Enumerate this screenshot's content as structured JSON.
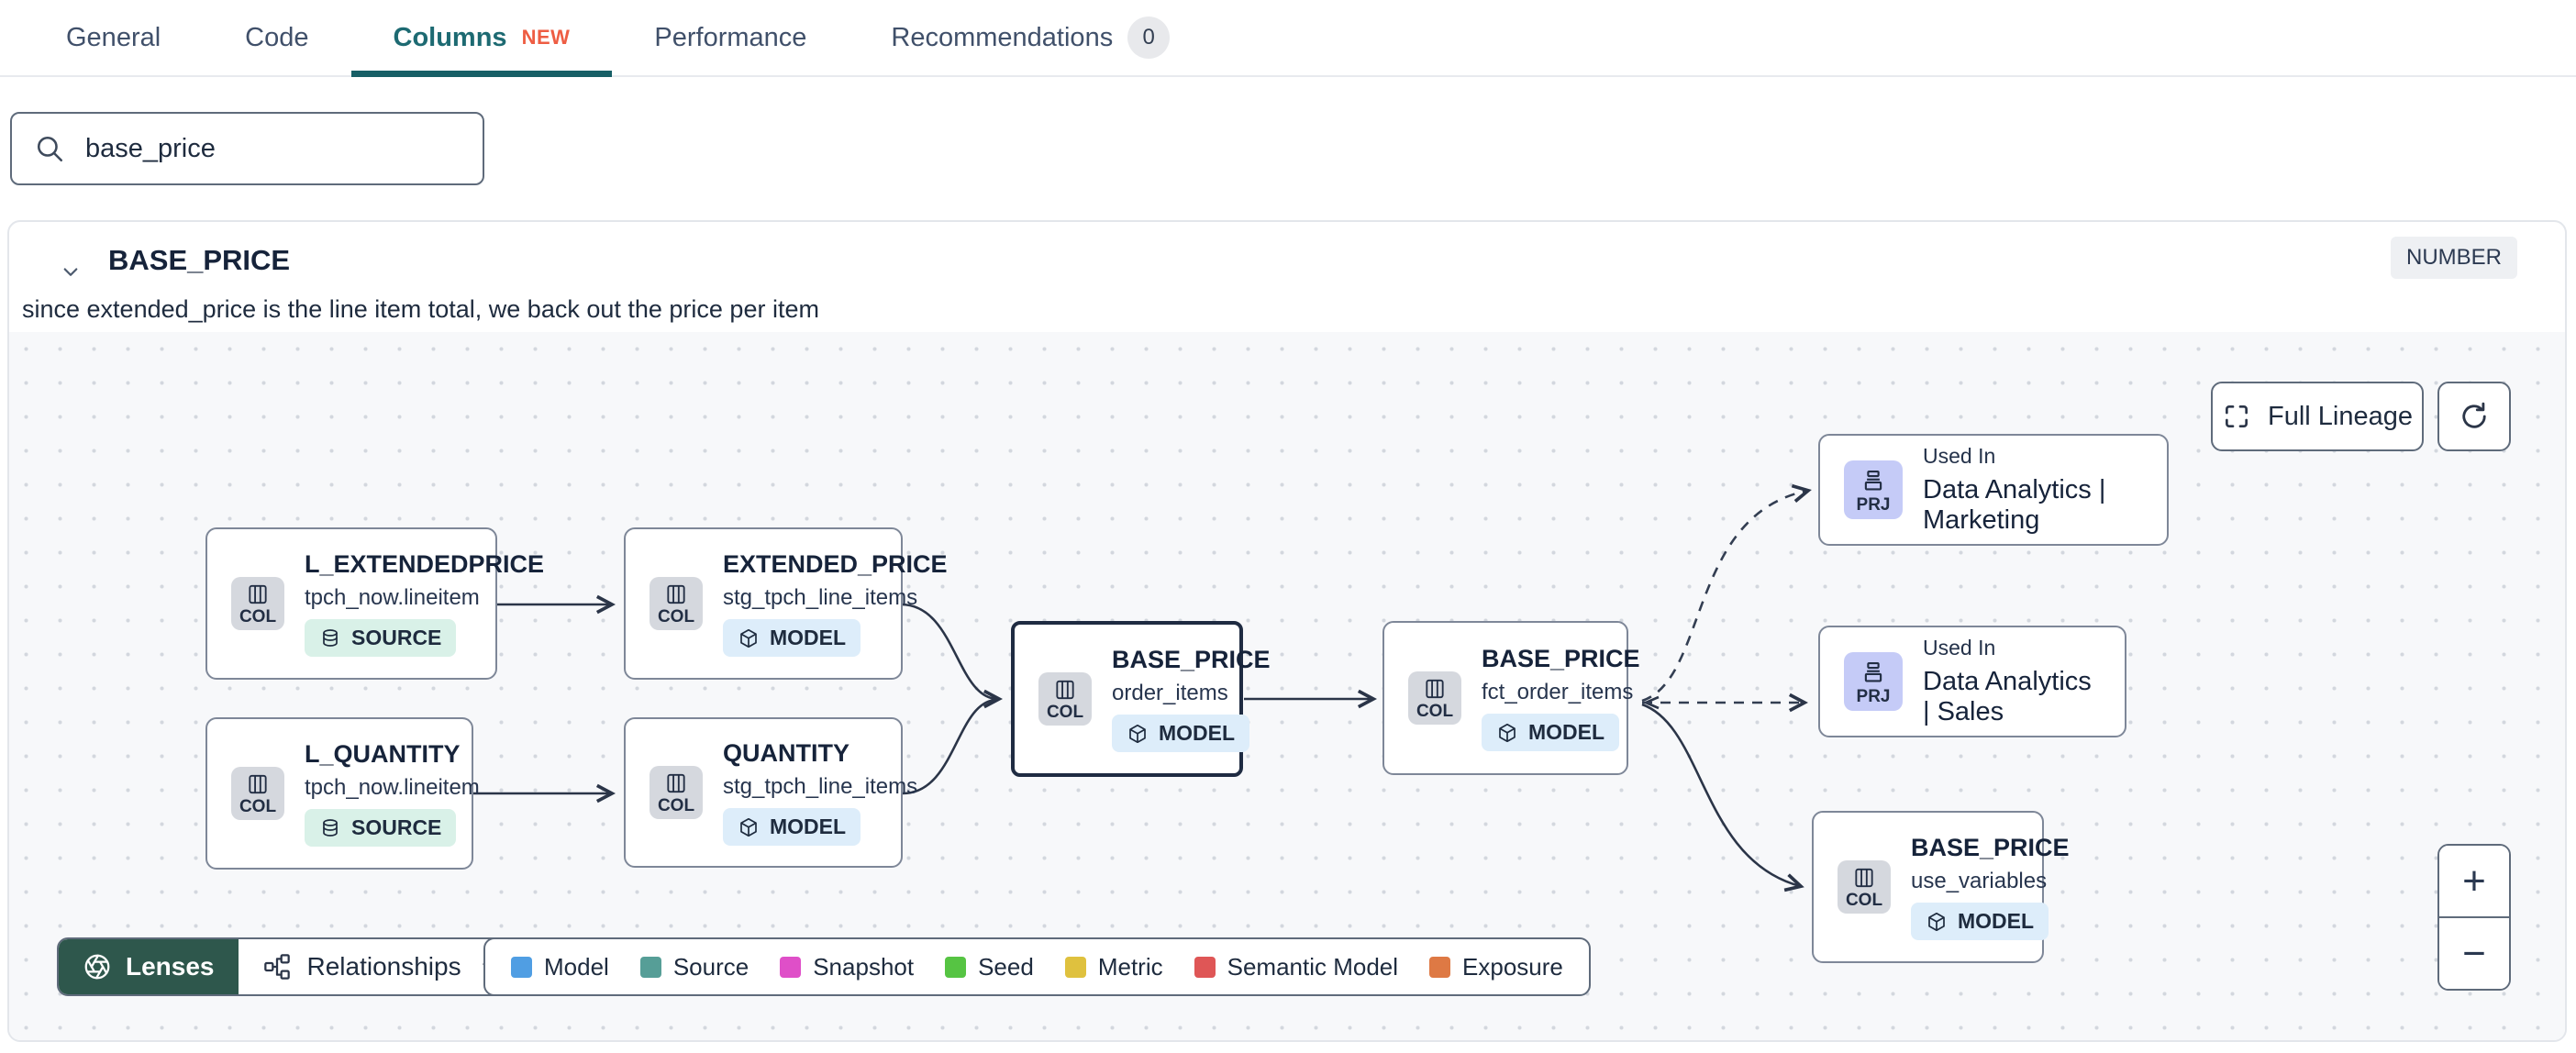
{
  "tabs": {
    "items": [
      {
        "label": "General"
      },
      {
        "label": "Code"
      },
      {
        "label": "Columns",
        "badge": "NEW"
      },
      {
        "label": "Performance"
      },
      {
        "label": "Recommendations",
        "badge": "0"
      }
    ]
  },
  "search": {
    "value": "base_price"
  },
  "column_panel": {
    "name": "BASE_PRICE",
    "datatype": "NUMBER",
    "description": "since extended_price is the line item total, we back out the price per item"
  },
  "lineage": {
    "controls": {
      "full_lineage": "Full Lineage",
      "zoom_in": "+",
      "zoom_out": "−"
    },
    "toolbar": {
      "lenses": "Lenses",
      "relationships": "Relationships"
    },
    "legend": {
      "items": [
        {
          "label": "Model",
          "color": "#509ee3"
        },
        {
          "label": "Source",
          "color": "#569e97"
        },
        {
          "label": "Snapshot",
          "color": "#df4fc8"
        },
        {
          "label": "Seed",
          "color": "#56c443"
        },
        {
          "label": "Metric",
          "color": "#dfc13e"
        },
        {
          "label": "Semantic Model",
          "color": "#df5656"
        },
        {
          "label": "Exposure",
          "color": "#de7944"
        }
      ]
    },
    "nodes": [
      {
        "badge": "COL",
        "title": "L_EXTENDEDPRICE",
        "subtitle": "tpch_now.lineitem",
        "type": "SOURCE"
      },
      {
        "badge": "COL",
        "title": "L_QUANTITY",
        "subtitle": "tpch_now.lineitem",
        "type": "SOURCE"
      },
      {
        "badge": "COL",
        "title": "EXTENDED_PRICE",
        "subtitle": "stg_tpch_line_items",
        "type": "MODEL"
      },
      {
        "badge": "COL",
        "title": "QUANTITY",
        "subtitle": "stg_tpch_line_items",
        "type": "MODEL"
      },
      {
        "badge": "COL",
        "title": "BASE_PRICE",
        "subtitle": "order_items",
        "type": "MODEL"
      },
      {
        "badge": "COL",
        "title": "BASE_PRICE",
        "subtitle": "fct_order_items",
        "type": "MODEL"
      },
      {
        "badge": "PRJ",
        "title": "Used In",
        "subtitle": "Data Analytics | Marketing"
      },
      {
        "badge": "PRJ",
        "title": "Used In",
        "subtitle": "Data Analytics | Sales"
      },
      {
        "badge": "COL",
        "title": "BASE_PRICE",
        "subtitle": "use_variables",
        "type": "MODEL"
      }
    ]
  }
}
